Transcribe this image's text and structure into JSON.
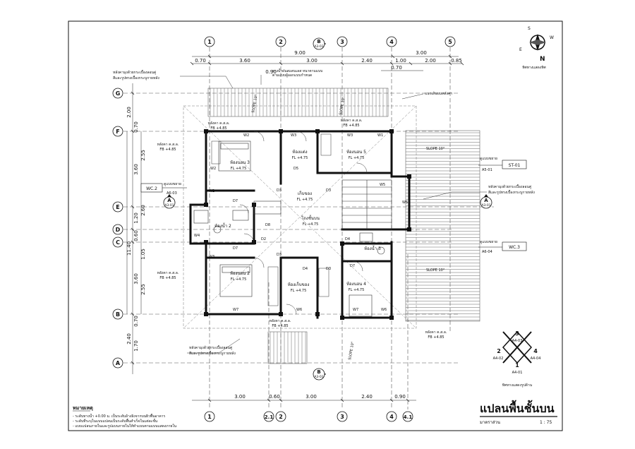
{
  "grid_cols_top": [
    "1",
    "2",
    "3",
    "4",
    "5"
  ],
  "grid_cols_bottom": [
    "1",
    "2.1",
    "2",
    "3",
    "4",
    "4.1"
  ],
  "grid_rows": [
    "G",
    "F",
    "E",
    "D",
    "C",
    "B",
    "A"
  ],
  "dims_top_row1": [
    "9.00",
    "3.00"
  ],
  "dims_top_row2": [
    "0.70",
    "3.60",
    "3.00",
    "2.40",
    "1.00",
    "2.00",
    "0.85"
  ],
  "dims_top_extra": [
    "0.90",
    "0.70"
  ],
  "dims_bottom": [
    "3.00",
    "0.60",
    "3.00",
    "2.40",
    "0.90"
  ],
  "dims_left": [
    "2.00",
    "0.70",
    "3.60",
    "1.20",
    "0.60",
    "1.05",
    "3.60",
    "0.70",
    "2.40",
    "1.70"
  ],
  "dims_left_total": "11.40",
  "dims_left_inner": [
    "2.60",
    "2.55",
    "2.55"
  ],
  "section_markers": [
    {
      "letter": "B",
      "ref": "A3-03"
    },
    {
      "letter": "B",
      "ref": "A3-03"
    },
    {
      "letter": "A",
      "ref": "A3-01"
    },
    {
      "letter": "A",
      "ref": "A3-01"
    }
  ],
  "rooms": {
    "bed3": "ห้องนอน 3",
    "bed5": "ห้องนอน 5",
    "bed2": "ห้องนอน 2",
    "bed4": "ห้องนอน 4",
    "wc2": "ห้องน้ำ 2",
    "wc3": "ห้องน้ำ 3",
    "store": "เก็บของ",
    "hall": "โถงชั้นบน",
    "storeroom": "ห้องเก็บของ",
    "wardrobe": "ห้องแต่ง"
  },
  "level_tags": {
    "fl_main": "FL +4.75",
    "fl_roof": "FB +4.85",
    "roof_label": "หลังคา ค.ส.ล."
  },
  "callouts": {
    "roof_top": "หลังคามุงด้วยกระเบื้องลอนคู่\nสีและรูปทรงเบื้องกระบูกายหลัง",
    "roof_right": "หลังคามุงด้วยกระเบื้องลอนคู่\nสีและรูปทรงเบื้องกระบูกายหลัง",
    "roof_bottom": "หลังคามุงด้วยกระเบื้องลอนคู่\nสีและรูปทรงเบื้องกระบูกายหลัง",
    "gutter": "แนวเส้นบนหลังคา",
    "top_small": "รางน้ำฝนสแตนเลส หนาตามแบบ\nตามแบบผู้ออกแบบกำหนดเฉพาะรายละเอียด"
  },
  "tags": {
    "st01_ref": "ดูแบบขยาย",
    "st01_sheet": "A5-01",
    "st01": "ST-01",
    "wc2_ref": "ดูแบบขยาย",
    "wc2_sheet": "A6-03",
    "wc2": "WC.2",
    "wc3_ref": "ดูแบบขยาย",
    "wc3_sheet": "A6-04",
    "wc3": "WC.3"
  },
  "slopes": [
    "SLOPE 10°",
    "SLOPE 10°",
    "SLOPE 10°",
    "SLOPE 10°",
    "SLOPE 10°"
  ],
  "compass": {
    "n": "N",
    "s": "S",
    "e": "E",
    "w": "W",
    "caption": "ทิศทางแสดงทิศ"
  },
  "key_plan": {
    "views": [
      "3",
      "2",
      "4",
      "1"
    ],
    "refs": [
      "A4-03",
      "A4-02",
      "A4-04",
      "A4-01"
    ],
    "caption": "ทิศทางแสดงรูปด้าน"
  },
  "notes": {
    "title": "หมายเหตุ",
    "lines": [
      "- ระดับทางน้ำ +0.00 ม. เป็นระดับอ้างอิงจากบนผิวพื้นอาคาร",
      "- ระดับที่ระบุในแบบแปลนเป็นระดับพื้นสำเร็จในแต่ละชั้น",
      "- แบบแปลนภายในและรูปแบบภายในให้ทำแบบตามแบบแสดงภายใน"
    ]
  },
  "plan_title": "แปลนพื้นชั้นบน",
  "scale_label": "มาตราส่วน",
  "scale_value": "1 : 75"
}
